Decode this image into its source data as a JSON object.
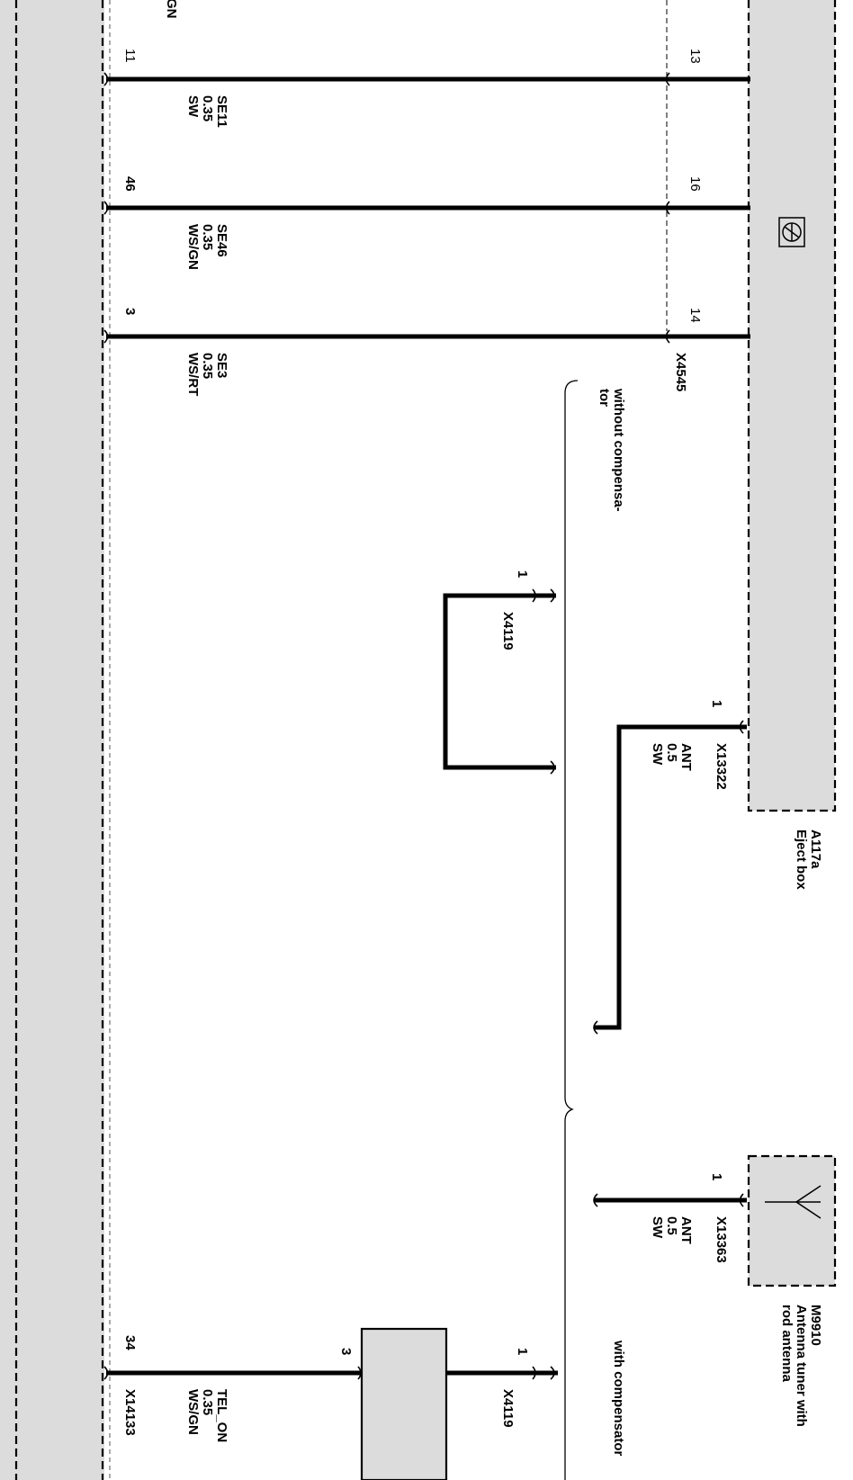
{
  "colors": {
    "module_fill": "#dcdcdc",
    "wire": "#000000",
    "background": "#ffffff"
  },
  "modules": {
    "a117a": {
      "id": "A117a",
      "name": "Eject box"
    },
    "m9910": {
      "id": "M9910",
      "name_line1": "Antenna tuner with",
      "name_line2": "rod antenna"
    }
  },
  "icons": {
    "eject_box": "module-symbol-icon",
    "antenna": "antenna-icon"
  },
  "truncated_label": "GN",
  "connectors": {
    "x4545": "X4545",
    "x13322": "X13322",
    "x13363": "X13363",
    "x4119_upper": "X4119",
    "x4119_lower": "X4119",
    "x14133": "X14133"
  },
  "pins": {
    "p11": "11",
    "p13": "13",
    "p46": "46",
    "p16": "16",
    "p3": "3",
    "p14": "14",
    "x4119_upper_pin": "1",
    "x13322_pin": "1",
    "x13363_pin": "1",
    "x4119_lower_pin": "1",
    "splice_pin": "3",
    "p34": "34"
  },
  "wires": {
    "se11": {
      "name": "SE11",
      "gauge": "0.35",
      "color": "SW"
    },
    "se46": {
      "name": "SE46",
      "gauge": "0.35",
      "color": "WS/GN"
    },
    "se3": {
      "name": "SE3",
      "gauge": "0.35",
      "color": "WS/RT"
    },
    "ant_1": {
      "name": "ANT",
      "gauge": "0.5",
      "color": "SW"
    },
    "ant_2": {
      "name": "ANT",
      "gauge": "0.5",
      "color": "SW"
    },
    "tel_on": {
      "name": "TEL_ON",
      "gauge": "0.35",
      "color": "WS/GN"
    }
  },
  "variants": {
    "without": {
      "line1": "without compensa-",
      "line2": "tor"
    },
    "with": {
      "line1": "with compensator"
    }
  }
}
